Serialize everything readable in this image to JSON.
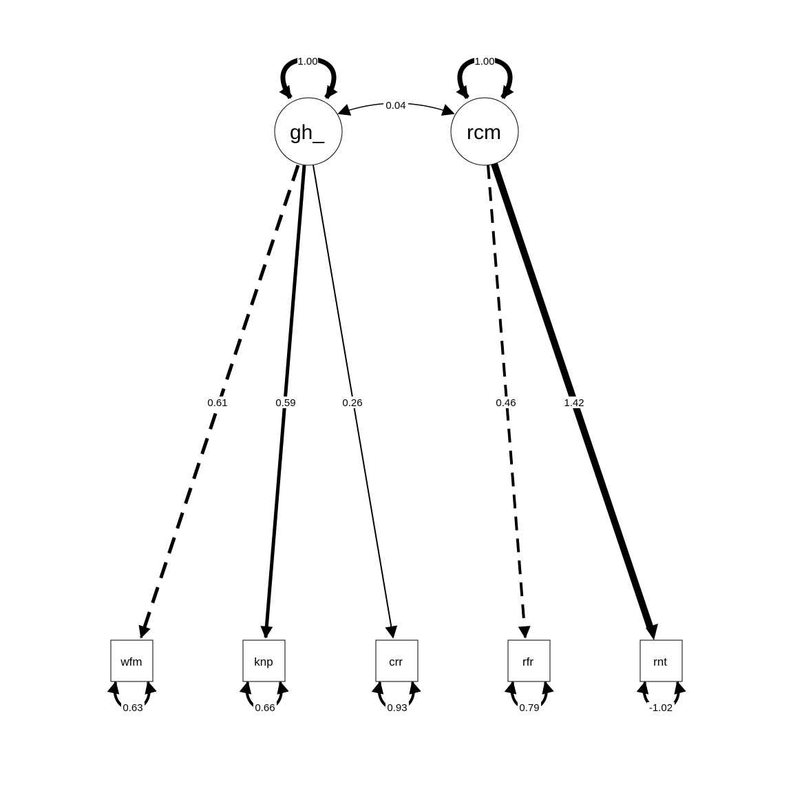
{
  "latents": [
    {
      "id": "gh",
      "label": "gh_",
      "variance": "1.00"
    },
    {
      "id": "rcm",
      "label": "rcm",
      "variance": "1.00"
    }
  ],
  "covariance": {
    "label": "0.04"
  },
  "manifests": [
    {
      "id": "wfm",
      "label": "wfm",
      "residual": "0.63"
    },
    {
      "id": "knp",
      "label": "knp",
      "residual": "0.66"
    },
    {
      "id": "crr",
      "label": "crr",
      "residual": "0.93"
    },
    {
      "id": "rfr",
      "label": "rfr",
      "residual": "0.79"
    },
    {
      "id": "rnt",
      "label": "rnt",
      "residual": "-1.02"
    }
  ],
  "loadings": [
    {
      "from": "gh",
      "to": "wfm",
      "label": "0.61",
      "style": "dashed"
    },
    {
      "from": "gh",
      "to": "knp",
      "label": "0.59",
      "style": "solid"
    },
    {
      "from": "gh",
      "to": "crr",
      "label": "0.26",
      "style": "solid"
    },
    {
      "from": "rcm",
      "to": "rfr",
      "label": "0.46",
      "style": "dashed"
    },
    {
      "from": "rcm",
      "to": "rnt",
      "label": "1.42",
      "style": "solid"
    }
  ]
}
